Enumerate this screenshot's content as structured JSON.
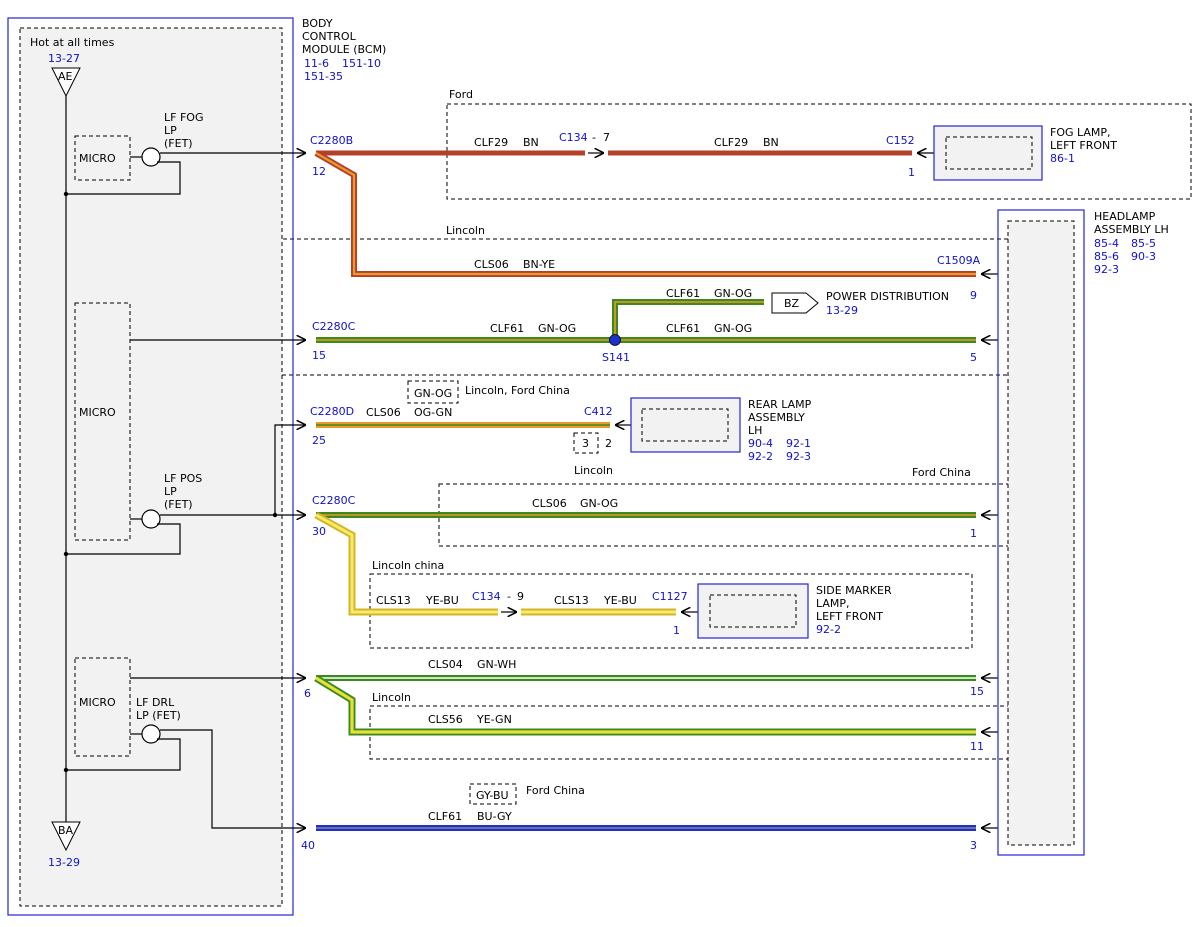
{
  "bcm": {
    "title_lines": [
      "BODY",
      "CONTROL",
      "MODULE (BCM)"
    ],
    "refs": [
      "11-6",
      "151-10",
      "151-35"
    ],
    "hot_label": "Hot at all times",
    "ae_ref": "13-27",
    "ae_label": "AE",
    "ba_label": "BA",
    "ba_ref": "13-29",
    "micro_label": "MICRO",
    "fog_fet": [
      "LF FOG",
      "LP",
      "(FET)"
    ],
    "pos_fet": [
      "LF POS",
      "LP",
      "(FET)"
    ],
    "drl_fet": [
      "LF DRL",
      "LP (FET)"
    ]
  },
  "variants": {
    "ford": "Ford",
    "lincoln": "Lincoln",
    "lincoln_ford_china": "Lincoln, Ford China",
    "lincoln_small": "Lincoln",
    "ford_china": "Ford China",
    "lincoln_china": "Lincoln china",
    "lincoln_2": "Lincoln",
    "ford_china_2": "Ford China"
  },
  "components": {
    "fog_lamp": {
      "lines": [
        "FOG LAMP,",
        "LEFT FRONT"
      ],
      "ref": "86-1"
    },
    "headlamp": {
      "lines": [
        "HEADLAMP",
        "ASSEMBLY LH"
      ],
      "refs": [
        "85-4",
        "85-5",
        "85-6",
        "90-3",
        "92-3"
      ]
    },
    "power_dist": {
      "label": "POWER DISTRIBUTION",
      "ref": "13-29",
      "tag": "BZ"
    },
    "rear_lamp": {
      "lines": [
        "REAR LAMP",
        "ASSEMBLY",
        "LH"
      ],
      "refs": [
        "90-4",
        "92-1",
        "92-2",
        "92-3"
      ]
    },
    "side_marker": {
      "lines": [
        "SIDE MARKER",
        "LAMP,",
        "LEFT FRONT"
      ],
      "ref": "92-2"
    }
  },
  "connectors": {
    "c2280b": "C2280B",
    "c2280b_pin": "12",
    "c134_a": "C134",
    "c134_a_pin": "7",
    "c134_a_dash": "-",
    "c152": "C152",
    "c152_pin": "1",
    "c1509a": "C1509A",
    "c1509a_pin": "9",
    "c2280c_a": "C2280C",
    "c2280c_a_pin": "15",
    "s141": "S141",
    "headlamp_pin5": "5",
    "c2280d": "C2280D",
    "c2280d_pin": "25",
    "c412": "C412",
    "c412_pin": "2",
    "alt_pin": "3",
    "c2280c_b": "C2280C",
    "c2280c_b_pin": "30",
    "headlamp_pin1": "1",
    "c134_b": "C134",
    "c134_b_pin": "9",
    "c134_b_dash": "-",
    "c1127": "C1127",
    "c1127_pin": "1",
    "bcm_pin6": "6",
    "headlamp_pin15": "15",
    "headlamp_pin11": "11",
    "bcm_pin40": "40",
    "headlamp_pin3": "3"
  },
  "wires": {
    "fog1": {
      "circuit": "CLF29",
      "color": "BN"
    },
    "fog2": {
      "circuit": "CLF29",
      "color": "BN"
    },
    "lincoln_fog": {
      "circuit": "CLS06",
      "color": "BN-YE"
    },
    "pd": {
      "circuit": "CLF61",
      "color": "GN-OG"
    },
    "pos_a": {
      "circuit": "CLF61",
      "color": "GN-OG"
    },
    "pos_b": {
      "circuit": "CLF61",
      "color": "GN-OG"
    },
    "rear_alt_color": "GN-OG",
    "rear": {
      "circuit": "CLS06",
      "color": "OG-GN"
    },
    "ford_china_pos": {
      "circuit": "CLS06",
      "color": "GN-OG"
    },
    "side1": {
      "circuit": "CLS13",
      "color": "YE-BU"
    },
    "side2": {
      "circuit": "CLS13",
      "color": "YE-BU"
    },
    "drl": {
      "circuit": "CLS04",
      "color": "GN-WH"
    },
    "drl_lincoln": {
      "circuit": "CLS56",
      "color": "YE-GN"
    },
    "drl_alt_color": "GY-BU",
    "bottom": {
      "circuit": "CLF61",
      "color": "BU-GY"
    }
  },
  "colors": {
    "label_blue": "#1111cc",
    "frame_blue": "#2424d6",
    "brown": "#b5402a",
    "orange_yellow": "#e89a2a",
    "green": "#3c8a1e",
    "yellow": "#e8e03a",
    "blue_wire": "#1f2fcf"
  }
}
